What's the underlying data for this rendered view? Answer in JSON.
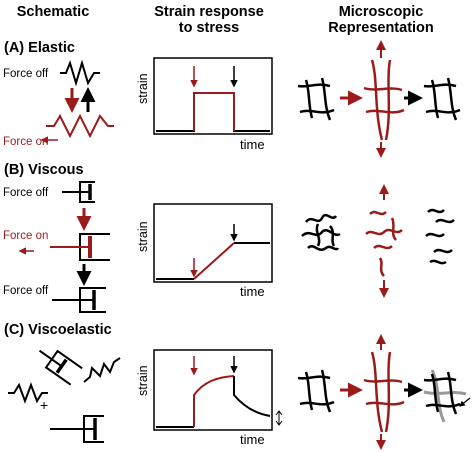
{
  "headers": {
    "schematic": "Schematic",
    "strain_line1": "Strain response",
    "strain_line2": "to stress",
    "micro_line1": "Microscopic",
    "micro_line2": "Representation"
  },
  "sections": [
    {
      "title": "(A) Elastic",
      "labels": {
        "force_off": "Force off",
        "force_on": "Force on"
      }
    },
    {
      "title": "(B) Viscous",
      "labels": {
        "force_off_top": "Force off",
        "force_on": "Force on",
        "force_off_bottom": "Force off"
      }
    },
    {
      "title": "(C) Viscoelastic",
      "labels": {
        "plus": "+"
      }
    }
  ],
  "axes": {
    "y": "strain",
    "x": "time"
  },
  "colors": {
    "accent": "#9b1b1b",
    "ink": "#000000",
    "relaxed": "#999999"
  }
}
